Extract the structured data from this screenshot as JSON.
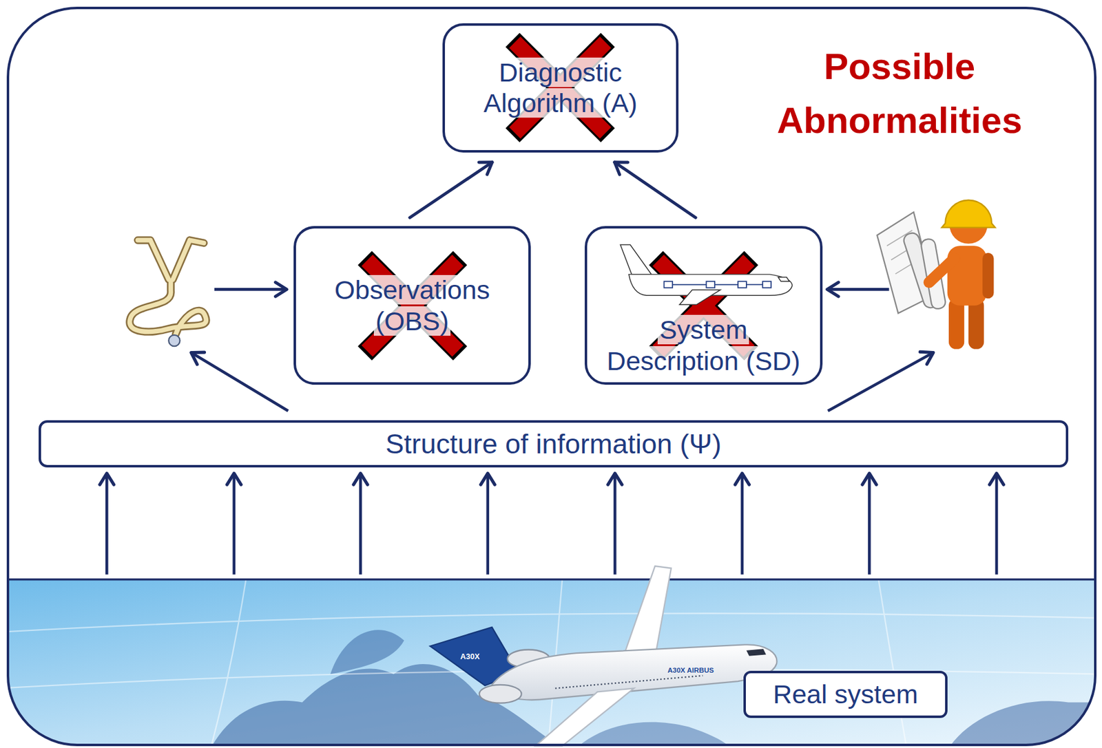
{
  "diagram": {
    "nodes": [
      {
        "text": [
          "Possible Abnormalities"
        ]
      },
      {
        "text": [
          "Diagnostic Algorithm (A)"
        ],
        "in": 0
      },
      {
        "text": [
          "Observations (OBS)"
        ],
        "in": 0
      },
      {
        "text": [
          "System Description (SD)"
        ],
        "in": 0
      },
      {
        "text": [
          "Structure of information (Ψ)"
        ],
        "in": 0
      },
      {
        "text": [
          "Real system"
        ],
        "in": 0
      }
    ],
    "edges": [
      {
        "from": 2,
        "to": 1,
        "arrow": "to"
      },
      {
        "from": 3,
        "to": 1,
        "arrow": "to"
      }
    ],
    "labels": [
      "A30X",
      "A30X AIRBUS"
    ]
  }
}
